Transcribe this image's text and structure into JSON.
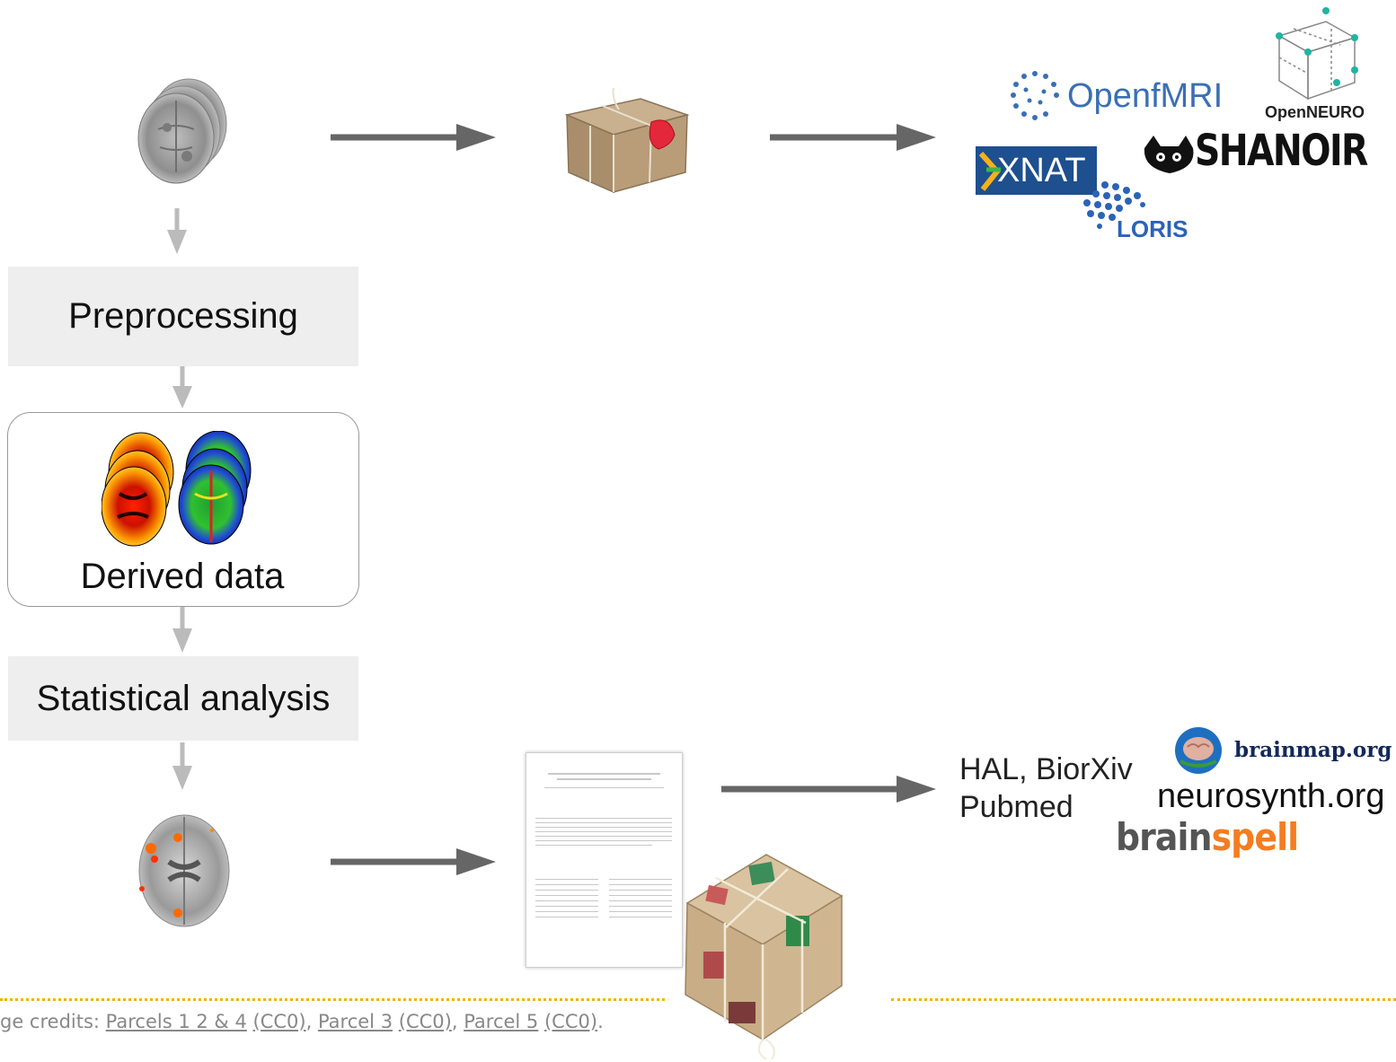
{
  "boxes": {
    "preprocessing": "Preprocessing",
    "derived_data": "Derived data",
    "statistical_analysis": "Statistical analysis"
  },
  "repositories": {
    "openfmri": "OpenfMRI",
    "openneuro": "OpenNEURO",
    "xnat": "XNAT",
    "shanoir": "SHANOIR",
    "loris": "LORIS"
  },
  "publication": {
    "hal_biorxiv": "HAL, BiorXiv",
    "pubmed": "Pubmed",
    "brainmap": "brainmap.org",
    "neurosynth": "neurosynth.org",
    "brainspell_brain": "brain",
    "brainspell_spell": "spell"
  },
  "credits": {
    "prefix": "ge credits: ",
    "link1": "Parcels 1 2 & 4",
    "sep1": " ",
    "cc1": "(CC0)",
    "comma1": ", ",
    "link2": "Parcel 3",
    "sep2": " ",
    "cc2": "(CC0)",
    "comma2": ", ",
    "link3": "Parcel 5",
    "sep3": " ",
    "cc3": "(CC0)",
    "end": "."
  },
  "colors": {
    "box_fill": "#eeeeee",
    "arrow_dark": "#666666",
    "arrow_light": "#bbbbbb",
    "openfmri_blue": "#3a6fb5",
    "xnat_bg": "#1e4f8f",
    "loris_blue": "#2a63b7",
    "brainspell_orange": "#f47d20",
    "dotted_rule": "#f0b400"
  }
}
